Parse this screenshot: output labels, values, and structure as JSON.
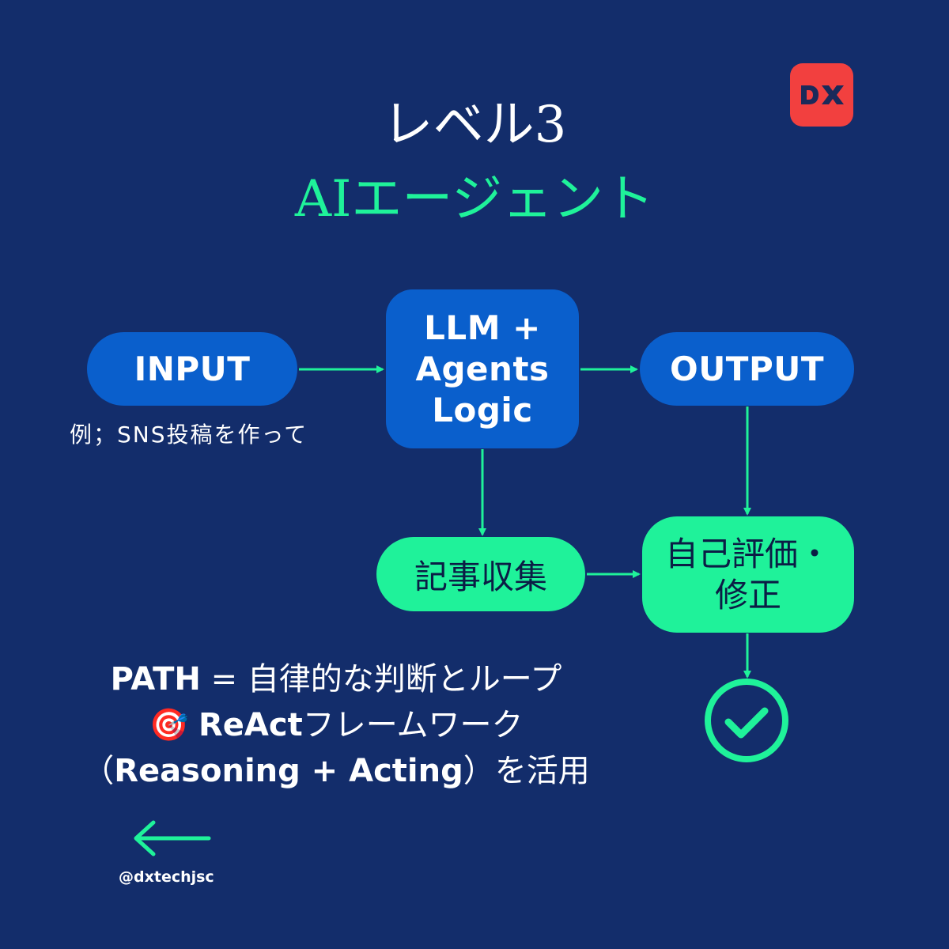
{
  "title": {
    "line1": "レベル3",
    "line2": "AIエージェント"
  },
  "logo": {
    "text": "DX",
    "color": "#f2403f"
  },
  "nodes": {
    "input": "INPUT",
    "llm": [
      "LLM +",
      "Agents",
      "Logic"
    ],
    "output": "OUTPUT",
    "collect": "記事収集",
    "eval": [
      "自己評価・",
      "修正"
    ]
  },
  "example_text": "例；SNS投稿を作って",
  "path_block": {
    "line1_strong": "PATH",
    "line1_rest": " = 自律的な判断とループ",
    "line2_icon": "🎯",
    "line2_strong": "ReAct",
    "line2_rest": "フレームワーク",
    "line3_open": "（",
    "line3_strong": "Reasoning + Acting",
    "line3_rest": "）を活用"
  },
  "icons": {
    "check": "check-circle-icon",
    "back": "arrow-left-icon",
    "target": "target-icon"
  },
  "handle": "@dxtechjsc",
  "colors": {
    "background": "#132d6b",
    "node_blue": "#0a5fcc",
    "accent_green": "#1ff29a"
  }
}
